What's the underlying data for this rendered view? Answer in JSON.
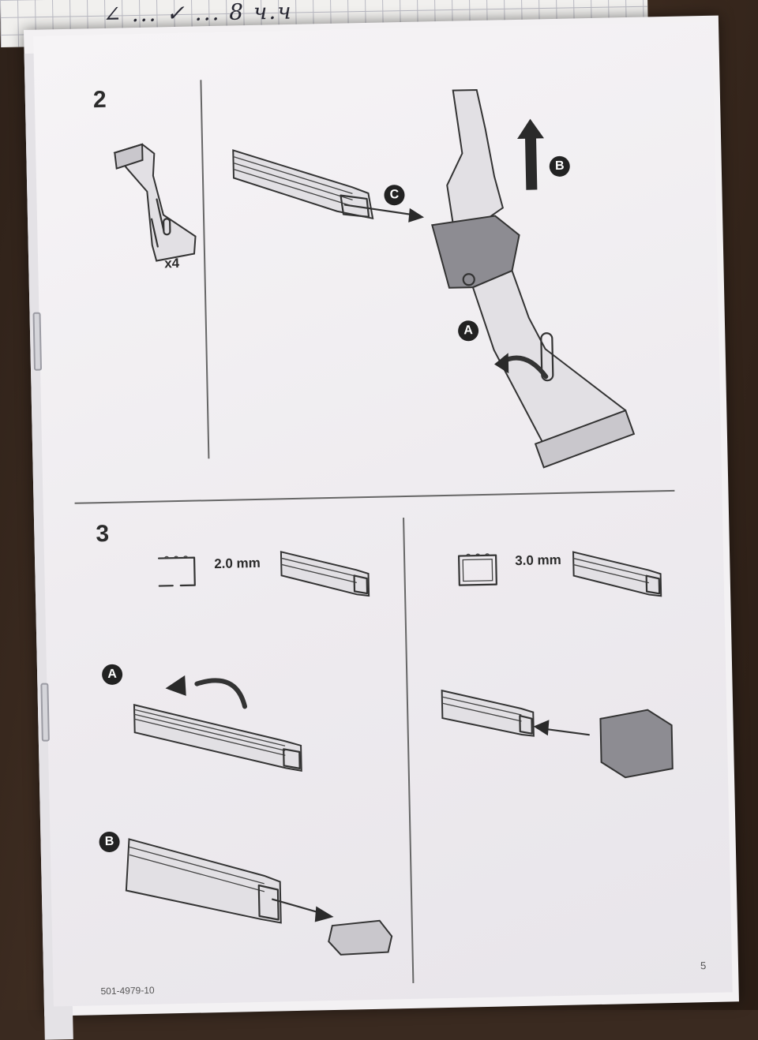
{
  "note": {
    "handwriting": "∠ ... ✓ ... 8 ч.ч"
  },
  "step2": {
    "number": "2",
    "quantity_label": "x4",
    "badges": {
      "a": "A",
      "b": "B",
      "c": "C"
    }
  },
  "step3": {
    "number": "3",
    "profile_small": "2.0 mm",
    "profile_large": "3.0 mm",
    "badges": {
      "a": "A",
      "b": "B"
    }
  },
  "footer": {
    "part_number": "501-4979-10",
    "page_number": "5"
  }
}
